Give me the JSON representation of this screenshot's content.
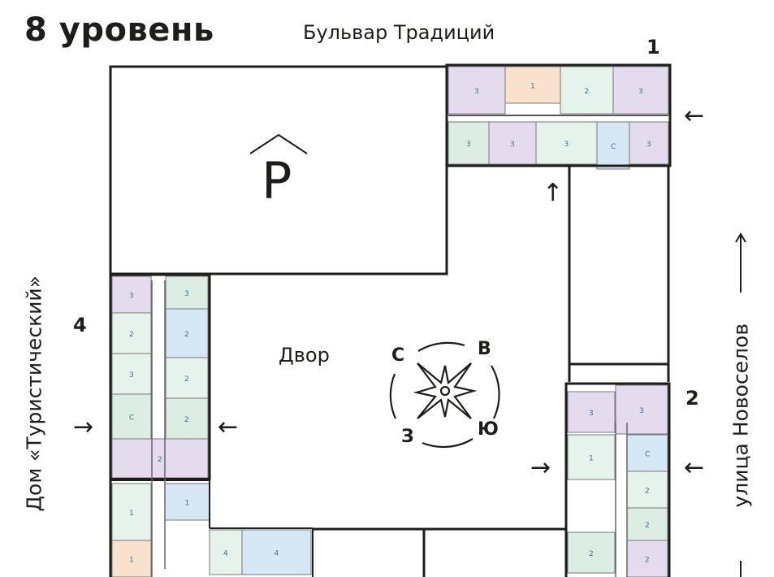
{
  "header": {
    "title": "8 уровень",
    "street_top": "Бульвар Традиций"
  },
  "sections": [
    {
      "number": "1",
      "units": [
        "3",
        "1",
        "2",
        "3",
        "3",
        "3",
        "3",
        "С",
        "3"
      ]
    },
    {
      "number": "2",
      "units": [
        "3",
        "3",
        "С",
        "1",
        "2",
        "2",
        "2",
        "2"
      ]
    },
    {
      "number": "4",
      "units": [
        "3",
        "3",
        "2",
        "2",
        "3",
        "2",
        "С",
        "2",
        "2",
        "1",
        "4"
      ]
    }
  ],
  "labels": {
    "parking": "P",
    "yard": "Двор",
    "left_building": "Дом «Туристический»",
    "right_street": "улица Новоселов"
  },
  "compass": {
    "north": "С",
    "east": "В",
    "south": "Ю",
    "west": "З"
  },
  "entrance_arrows": {
    "right": "←",
    "left": "→",
    "up": "↑"
  },
  "colors": {
    "line": "#1d1d1b",
    "purple": "#e4dbee",
    "peach": "#f8e2cd",
    "green": "#dcede3",
    "blue": "#d6e7f6",
    "mint": "#e6f2ec",
    "unit_label": "#3a6f8c"
  }
}
